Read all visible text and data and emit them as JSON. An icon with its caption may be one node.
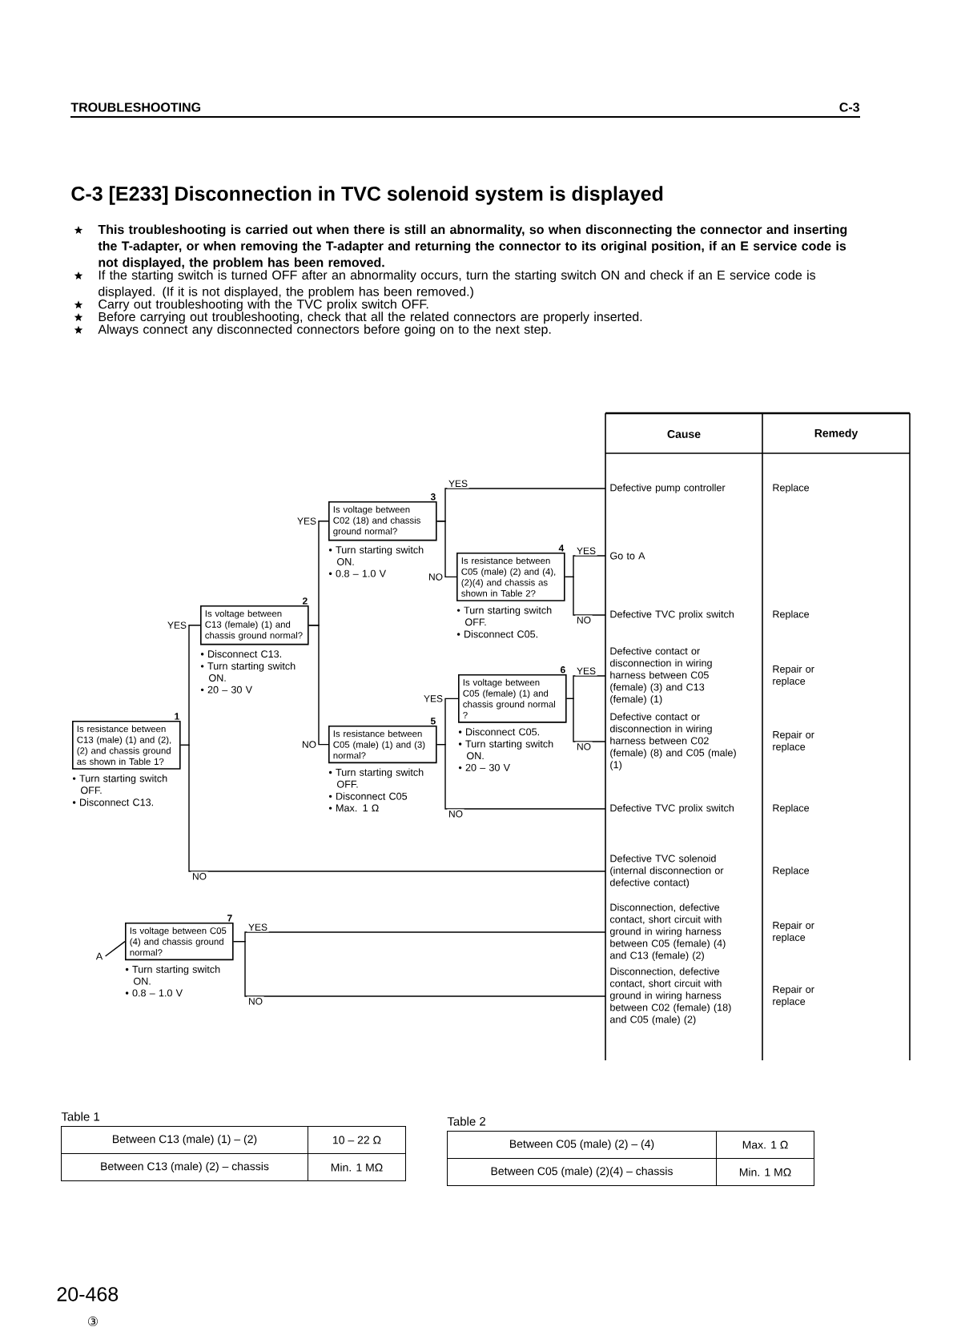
{
  "diagram": {
    "title": "C-3 [E233] Disconnection in TVC solenoid system is displayed",
    "nodes": [
      {
        "text": [
          "Is resistance between C13 (male) (1) and (2), (2) and chassis ground as shown in Table 1?"
        ],
        "beside": [
          "1",
          "• Turn starting switch OFF.",
          "• Disconnect C13."
        ]
      },
      {
        "text": [
          "Is voltage between C13 (female) (1) and chassis ground normal?"
        ],
        "beside": [
          "2",
          "• Disconnect C13.",
          "• Turn starting switch ON.",
          "• 20 – 30 V"
        ]
      },
      {
        "text": [
          "Is voltage between C02 (18) and chassis ground normal?"
        ],
        "beside": [
          "3",
          "• Turn starting switch ON.",
          "• 0.8 – 1.0 V"
        ]
      },
      {
        "text": [
          "Is resistance between C05 (male) (2) and (4), (2)(4) and chassis as shown in Table 2?"
        ],
        "beside": [
          "4",
          "• Turn starting switch OFF.",
          "• Disconnect C05."
        ]
      },
      {
        "text": [
          "Is resistance between C05 (male) (1) and (3) normal?"
        ],
        "beside": [
          "5",
          "• Turn starting switch OFF.",
          "• Disconnect C05",
          "• Max. 1 Ω"
        ]
      },
      {
        "text": [
          "Is voltage between C05 (female) (1) and chassis ground normal ?"
        ],
        "beside": [
          "6",
          "• Disconnect C05.",
          "• Turn starting switch ON.",
          "• 20 – 30 V"
        ]
      },
      {
        "text": [
          "Defective pump controller"
        ]
      },
      {
        "text": [
          "Go to A"
        ]
      },
      {
        "text": [
          "Defective TVC prolix switch"
        ]
      },
      {
        "text": [
          "Defective contact or disconnection in wiring harness between C05 (female) (3) and C13 (female) (1)"
        ]
      },
      {
        "text": [
          "Defective contact or disconnection in wiring harness between C02 (female) (8) and C05 (male) (1)"
        ]
      },
      {
        "text": [
          "Defective TVC prolix switch"
        ]
      },
      {
        "text": [
          "Defective TVC solenoid (internal disconnection or defective contact)"
        ]
      },
      {
        "text": [
          "A"
        ]
      },
      {
        "text": [
          "Is voltage between C05 (4) and chassis ground normal?"
        ],
        "beside": [
          "7",
          "• Turn starting switch ON.",
          "• 0.8 – 1.0 V"
        ]
      },
      {
        "text": [
          "Disconnection, defective contact, short circuit with ground in wiring harness between C05 (female) (4) and C13 (female) (2)"
        ]
      },
      {
        "text": [
          "Disconnection, defective contact, short circuit with ground in wiring harness between C02 (female) (18) and C05 (male) (2)"
        ]
      }
    ],
    "edges": [
      {
        "from": 0,
        "to": 1,
        "arrow": "none",
        "label": "YES"
      },
      {
        "from": 0,
        "to": 12,
        "arrow": "none",
        "label": "NO"
      },
      {
        "from": 1,
        "to": 2,
        "arrow": "none",
        "label": "YES"
      },
      {
        "from": 1,
        "to": 4,
        "arrow": "none",
        "label": "NO"
      },
      {
        "from": 2,
        "to": 6,
        "arrow": "none",
        "label": "YES"
      },
      {
        "from": 2,
        "to": 3,
        "arrow": "none",
        "label": "NO"
      },
      {
        "from": 3,
        "to": 7,
        "arrow": "none",
        "label": "YES"
      },
      {
        "from": 3,
        "to": 8,
        "arrow": "none",
        "label": "NO"
      },
      {
        "from": 4,
        "to": 5,
        "arrow": "none",
        "label": "YES"
      },
      {
        "from": 4,
        "to": 11,
        "arrow": "none",
        "label": "NO"
      },
      {
        "from": 5,
        "to": 9,
        "arrow": "none",
        "label": "YES"
      },
      {
        "from": 5,
        "to": 10,
        "arrow": "none",
        "label": "NO"
      },
      {
        "from": 13,
        "to": 14,
        "arrow": "none"
      },
      {
        "from": 14,
        "to": 15,
        "arrow": "none",
        "label": "YES"
      },
      {
        "from": 14,
        "to": 16,
        "arrow": "none",
        "label": "NO"
      }
    ],
    "labels": [
      "TROUBLESHOOTING",
      "C-3",
      "This troubleshooting is carried out when there is still an abnormality, so when disconnecting the connector and inserting the T-adapter, or when removing the T-adapter and returning the connector to its original position, if an E service code is not displayed, the problem has been removed.",
      "If the starting switch is turned OFF after an abnormality occurs, turn the starting switch ON and check if an E service code is displayed. (If it is not displayed, the problem has been removed.)",
      "Carry out troubleshooting with the TVC prolix switch OFF.",
      "Before carrying out troubleshooting, check that all the related connectors are properly inserted.",
      "Always connect any disconnected connectors before going on to the next step.",
      "Cause",
      "Remedy",
      "Replace",
      "Replace",
      "Repair or replace",
      "Repair or replace",
      "Replace",
      "Replace",
      "Repair or replace",
      "Repair or replace",
      "Table 1",
      "Between C13 (male) (1) – (2)",
      "10 – 22 Ω",
      "Between C13 (male) (2) – chassis",
      "Min. 1 MΩ",
      "Table 2",
      "Between C05 (male) (2) – (4)",
      "Max. 1 Ω",
      "Between C05 (male) (2)(4) – chassis",
      "Min. 1 MΩ",
      "20-468",
      "③"
    ]
  }
}
